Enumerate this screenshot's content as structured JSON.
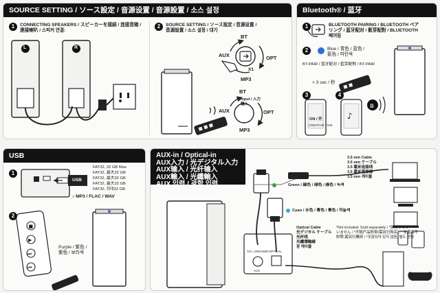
{
  "source": {
    "header": "SOURCE SETTING / ソース設定 / 音源设置 / 音源設置 / 소스 설정",
    "step1": {
      "num": "1",
      "lines": [
        "CONNECTING SPEAKERS / スピーカーを接続 / 连接音箱 /",
        "連接喇叭 / 스피커 연결:"
      ]
    },
    "step2": {
      "num": "2",
      "lines": [
        "SOURCE SETTING / ソース設定 / 音源设置 /",
        "音源設置 / 소스 설정 / 대기"
      ]
    },
    "speaker_left_mark": "L",
    "speaker_right_mark": "R",
    "bt": "BT",
    "aux": "AUX",
    "opt": "OPT",
    "mp3": "MP3",
    "x1": "X1",
    "remote_bt": "BT",
    "remote_aux": "AUX",
    "remote_opt": "OPT",
    "remote_mp3": "MP3",
    "input_label": [
      "Input / 入力",
      "输入"
    ]
  },
  "bluetooth": {
    "header": "Bluetooth® / 蓝牙",
    "step1": {
      "num": "1",
      "lines": [
        "BLUETOOTH PAIRING / BLUETOOTH ペア",
        "リング / 蓝牙配对 / 藍芽配對 / BLUETOOTH",
        "페어링"
      ]
    },
    "step2": {
      "num": "2",
      "lines": [
        "Blue / 青色 / 蓝色 /",
        "藍色 / 파란색"
      ]
    },
    "btpair_label": "BT-PAIR / 蓝牙配对 / 藍芽配對 / BT-PAIR",
    "hold": "> 3 sec / 秒",
    "step3": "3",
    "step4": "4",
    "phone_on": "ON / 开",
    "phone_device": "CREATIVE T100"
  },
  "usb": {
    "header": "USB",
    "step1": "1",
    "step2": "2",
    "port_label": "USB",
    "fat_lines": [
      "FAT32, 32 GB Max",
      "FAT32, 最大32 GB",
      "FAT32, 最大32 GB",
      "FAT32, 最大32 GB",
      "FAT32, 최대32 GB"
    ],
    "formats": "MP3 / FLAC / WAV",
    "purple_lines": [
      "Purple / 紫色 /",
      "紫色 / 보라색"
    ]
  },
  "aux": {
    "header_lines": [
      "AUX-in / Optical-in",
      "AUX入力 / 光デジタル入力",
      "AUX输入 / 光纤输入",
      "AUX輸入 / 光纖輸入",
      "AUX 입력 / 광학 입력"
    ],
    "green": "Green / 緑色 / 绿色 / 綠色 / 녹색",
    "cyan": "Cyan / 水色 / 青色 / 青色 / 하늘색",
    "cable_lines": [
      "3.5 mm Cable",
      "3.5 mm ケーブル",
      "3.5 毫米连接线",
      "3.5 毫米連接線",
      "3.5 mm 케이블"
    ],
    "optical_lines": [
      "Optical Cable",
      "光デジタル ケーブル",
      "光纤线",
      "光纖傳輸線",
      "광 케이블"
    ],
    "note_lines": [
      "*Not included. Sold separately / *別売りです",
      "いません / *不随产品附带(需另行购买) / *本產品不",
      "附帶,需另行購買 / *포함되어 있지 않음, 별도 판매"
    ],
    "port_optical": "OPTICAL",
    "port_to_speaker": "TO L SPEAKER",
    "port_aux": "AUX"
  },
  "colors": {
    "header_bg": "#121212",
    "blue_led": "#2b6fd6",
    "green_led": "#35a04a",
    "cyan_led": "#2ab3c9",
    "purple_led": "#8b4bb5"
  }
}
